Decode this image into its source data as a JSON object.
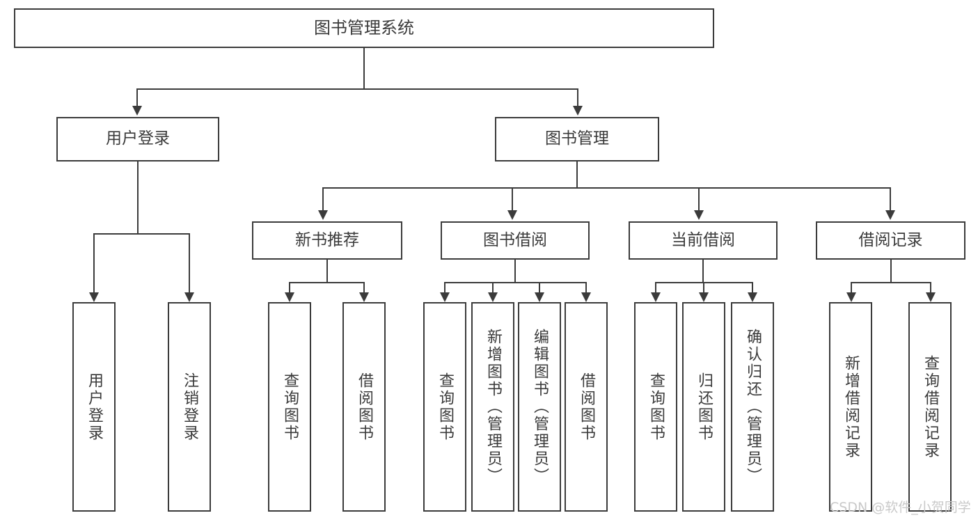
{
  "diagram": {
    "type": "tree-hierarchy",
    "title": "图书管理系统",
    "root": {
      "id": "root",
      "label": "图书管理系统"
    },
    "level1": [
      {
        "id": "user-login",
        "label": "用户登录"
      },
      {
        "id": "book-manage",
        "label": "图书管理"
      }
    ],
    "level2": [
      {
        "id": "new-book-recommend",
        "label": "新书推荐",
        "parent": "book-manage"
      },
      {
        "id": "book-borrow",
        "label": "图书借阅",
        "parent": "book-manage"
      },
      {
        "id": "current-borrow",
        "label": "当前借阅",
        "parent": "book-manage"
      },
      {
        "id": "borrow-record",
        "label": "借阅记录",
        "parent": "book-manage"
      }
    ],
    "leaves": {
      "user-login": [
        {
          "id": "leaf-user-login",
          "label": "用户登录"
        },
        {
          "id": "leaf-user-logout",
          "label": "注销登录"
        }
      ],
      "new-book-recommend": [
        {
          "id": "leaf-query-book-1",
          "label": "查询图书"
        },
        {
          "id": "leaf-borrow-book-1",
          "label": "借阅图书"
        }
      ],
      "book-borrow": [
        {
          "id": "leaf-query-book-2",
          "label": "查询图书"
        },
        {
          "id": "leaf-add-book",
          "label": "新增图书（管理员）"
        },
        {
          "id": "leaf-edit-book",
          "label": "编辑图书（管理员）"
        },
        {
          "id": "leaf-borrow-book-2",
          "label": "借阅图书"
        }
      ],
      "current-borrow": [
        {
          "id": "leaf-query-book-3",
          "label": "查询图书"
        },
        {
          "id": "leaf-return-book",
          "label": "归还图书"
        },
        {
          "id": "leaf-confirm-return",
          "label": "确认归还（管理员）"
        }
      ],
      "borrow-record": [
        {
          "id": "leaf-add-record",
          "label": "新增借阅记录"
        },
        {
          "id": "leaf-query-record",
          "label": "查询借阅记录"
        }
      ]
    }
  },
  "watermark": {
    "text": "CSDN @软件_小贺同学"
  },
  "colors": {
    "line": "#3b3b3b",
    "text": "#3a3a3a",
    "background": "#ffffff",
    "watermark": "#c9c9c9"
  }
}
